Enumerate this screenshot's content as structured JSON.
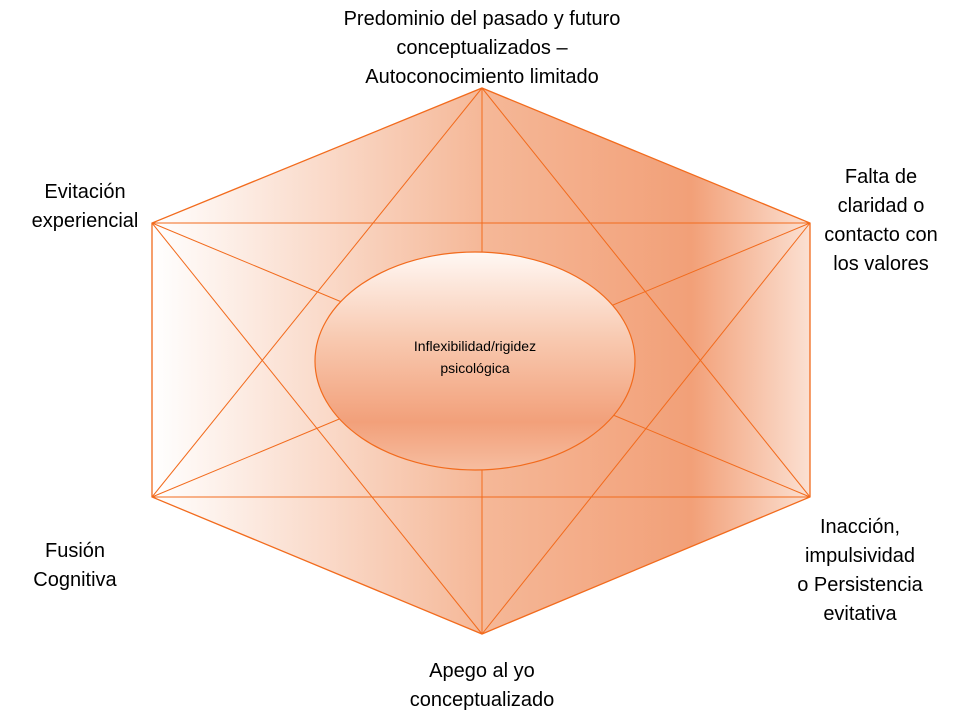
{
  "colors": {
    "accent": "#f26b1d",
    "fill_dark": "#f2a07a",
    "fill_light": "#ffffff"
  },
  "center": {
    "line1": "Inflexibilidad/rigidez",
    "line2": "psicológica"
  },
  "nodes": {
    "top": [
      "Predominio del pasado y futuro",
      "conceptualizados –",
      "Autoconocimiento limitado"
    ],
    "upper_left": [
      "Evitación",
      "experiencial"
    ],
    "upper_right": [
      "Falta de",
      "claridad o",
      "contacto con",
      "los valores"
    ],
    "lower_left": [
      "Fusión",
      "Cognitiva"
    ],
    "lower_right": [
      "Inacción,",
      "impulsividad",
      "o Persistencia",
      "evitativa"
    ],
    "bottom": [
      "Apego al yo",
      "conceptualizado"
    ]
  }
}
